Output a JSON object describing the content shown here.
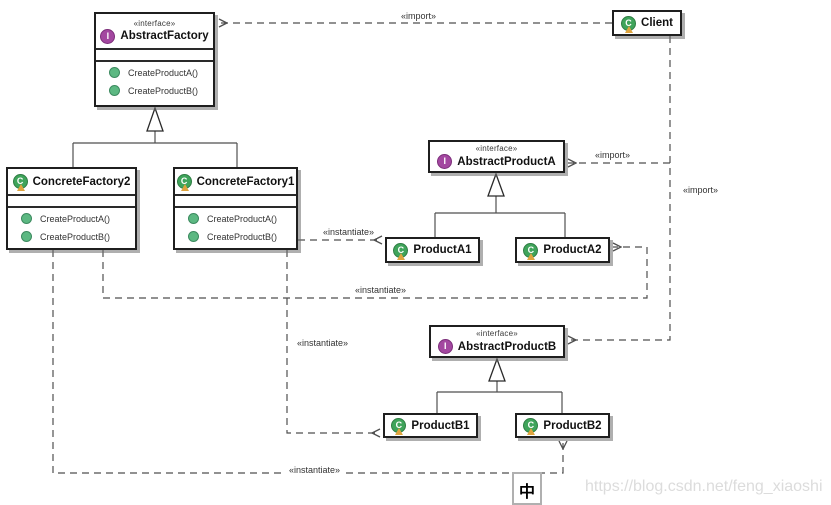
{
  "diagram": {
    "boxes": {
      "abstract_factory": {
        "stereotype": "«interface»",
        "name": "AbstractFactory",
        "icon_letter": "I",
        "methods": [
          "CreateProductA()",
          "CreateProductB()"
        ]
      },
      "concrete_factory_2": {
        "name": "ConcreteFactory2",
        "icon_letter": "C",
        "methods": [
          "CreateProductA()",
          "CreateProductB()"
        ]
      },
      "concrete_factory_1": {
        "name": "ConcreteFactory1",
        "icon_letter": "C",
        "methods": [
          "CreateProductA()",
          "CreateProductB()"
        ]
      },
      "abstract_product_a": {
        "stereotype": "«interface»",
        "name": "AbstractProductA",
        "icon_letter": "I"
      },
      "product_a1": {
        "name": "ProductA1",
        "icon_letter": "C"
      },
      "product_a2": {
        "name": "ProductA2",
        "icon_letter": "C"
      },
      "abstract_product_b": {
        "stereotype": "«interface»",
        "name": "AbstractProductB",
        "icon_letter": "I"
      },
      "product_b1": {
        "name": "ProductB1",
        "icon_letter": "C"
      },
      "product_b2": {
        "name": "ProductB2",
        "icon_letter": "C"
      },
      "client": {
        "name": "Client",
        "icon_letter": "C"
      }
    },
    "edge_labels": {
      "import_top": "«import»",
      "import_product_a": "«import»",
      "import_right": "«import»",
      "instantiate_a1": "«instantiate»",
      "instantiate_a2": "«instantiate»",
      "instantiate_b1": "«instantiate»",
      "instantiate_b2": "«instantiate»"
    },
    "colors": {
      "interface_icon": "#A347A0",
      "class_icon": "#3FA45B",
      "class_badge": "#DFA43E",
      "method_icon": "#5CB882",
      "line": "#4F4F4F",
      "watermark": "#DCDCDC"
    }
  },
  "ime_indicator": "中",
  "watermark": "https://blog.csdn.net/feng_xiaoshi"
}
